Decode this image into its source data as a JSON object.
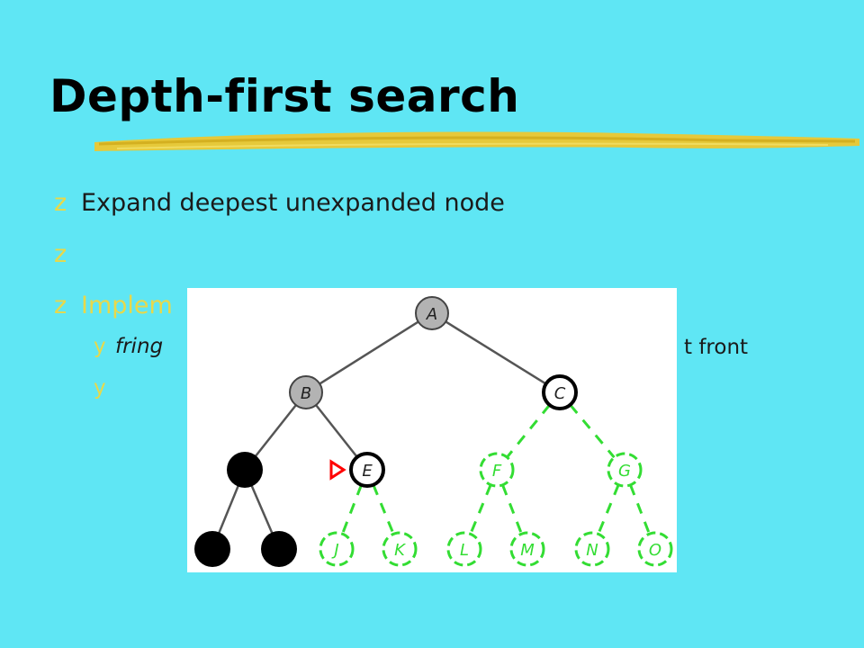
{
  "slide": {
    "title": "Depth-first search",
    "bullet_marker_l1": "z",
    "bullet_marker_l2": "y",
    "bullets": [
      {
        "text": "Expand deepest unexpanded node"
      },
      {
        "text": ""
      },
      {
        "text": "Implem"
      }
    ],
    "sub_bullets": [
      {
        "text": "fring"
      },
      {
        "text": ""
      }
    ],
    "partial_text_right": "t front"
  },
  "tree": {
    "nodes": [
      {
        "id": "A",
        "label": "A",
        "state": "expanded"
      },
      {
        "id": "B",
        "label": "B",
        "state": "expanded"
      },
      {
        "id": "C",
        "label": "C",
        "state": "frontier"
      },
      {
        "id": "D",
        "label": "",
        "state": "discarded"
      },
      {
        "id": "E",
        "label": "E",
        "state": "current"
      },
      {
        "id": "F",
        "label": "F",
        "state": "unexplored"
      },
      {
        "id": "G",
        "label": "G",
        "state": "unexplored"
      },
      {
        "id": "H",
        "label": "",
        "state": "discarded"
      },
      {
        "id": "I",
        "label": "",
        "state": "discarded"
      },
      {
        "id": "J",
        "label": "J",
        "state": "unexplored"
      },
      {
        "id": "K",
        "label": "K",
        "state": "unexplored"
      },
      {
        "id": "L",
        "label": "L",
        "state": "unexplored"
      },
      {
        "id": "M",
        "label": "M",
        "state": "unexplored"
      },
      {
        "id": "N",
        "label": "N",
        "state": "unexplored"
      },
      {
        "id": "O",
        "label": "O",
        "state": "unexplored"
      }
    ],
    "edges": [
      {
        "from": "A",
        "to": "B",
        "style": "solid"
      },
      {
        "from": "A",
        "to": "C",
        "style": "solid"
      },
      {
        "from": "B",
        "to": "D",
        "style": "solid"
      },
      {
        "from": "B",
        "to": "E",
        "style": "solid"
      },
      {
        "from": "D",
        "to": "H",
        "style": "solid"
      },
      {
        "from": "D",
        "to": "I",
        "style": "solid"
      },
      {
        "from": "E",
        "to": "J",
        "style": "dashed"
      },
      {
        "from": "E",
        "to": "K",
        "style": "dashed"
      },
      {
        "from": "C",
        "to": "F",
        "style": "dashed"
      },
      {
        "from": "C",
        "to": "G",
        "style": "dashed"
      },
      {
        "from": "F",
        "to": "L",
        "style": "dashed"
      },
      {
        "from": "F",
        "to": "M",
        "style": "dashed"
      },
      {
        "from": "G",
        "to": "N",
        "style": "dashed"
      },
      {
        "from": "G",
        "to": "O",
        "style": "dashed"
      }
    ],
    "current_marker_node": "E",
    "colors": {
      "expanded_fill": "#b3b3b3",
      "frontier_fill": "#ffffff",
      "discarded_fill": "#000000",
      "unexplored_stroke": "#33dd33",
      "marker": "#ff0000",
      "background": "#5fe6f4",
      "bullet": "#e8d84a"
    }
  }
}
